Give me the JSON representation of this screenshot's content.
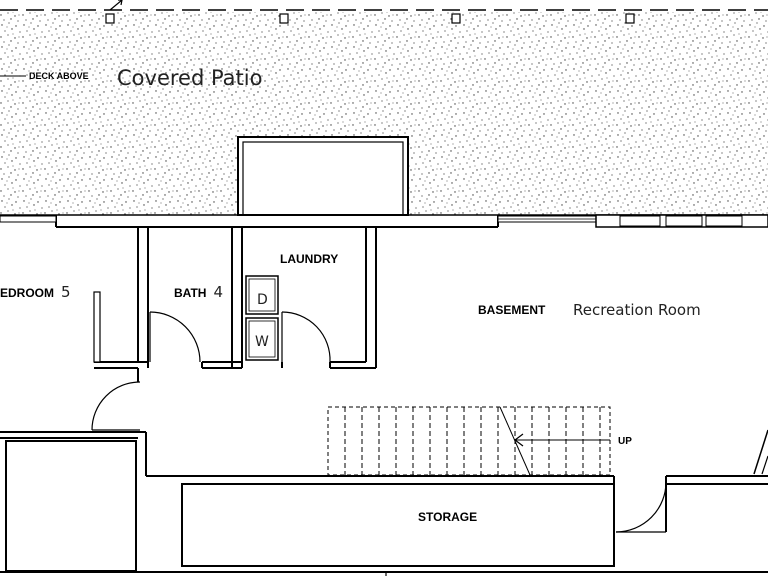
{
  "labels": {
    "deck_above": "DECK ABOVE",
    "covered_patio": "Covered Patio",
    "bedroom_prefix": "EDROOM",
    "bedroom_number": "5",
    "bath_prefix": "BATH",
    "bath_number": "4",
    "laundry": "LAUNDRY",
    "dryer": "D",
    "washer": "W",
    "basement": "BASEMENT",
    "recreation_room": "Recreation Room",
    "stairs_up": "UP",
    "storage": "STORAGE"
  },
  "colors": {
    "line": "#000000",
    "stipple": "#4a4a4a",
    "background": "#ffffff"
  }
}
